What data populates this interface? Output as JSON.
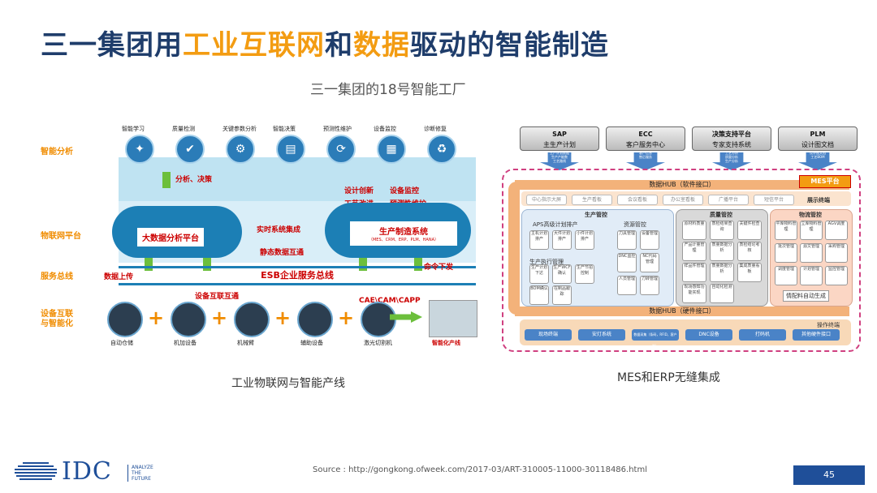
{
  "title": {
    "part1": "三一集团用",
    "part2": "工业互联网",
    "part3": "和",
    "part4": "数据",
    "part5": "驱动的智能制造"
  },
  "subtitle": "三一集团的18号智能工厂",
  "left_diagram": {
    "caption": "工业物联网与智能产线",
    "row_labels": [
      "智能分析",
      "物联网平台",
      "服务总线",
      "设备互联\n与智能化"
    ],
    "top_items": [
      "智能学习",
      "质量检测",
      "关键参数分析",
      "智能决策",
      "预测性维护",
      "设备监控",
      "诊断修复"
    ],
    "top_icons": [
      "✦",
      "✔",
      "⚙",
      "▤",
      "⟳",
      "▦",
      "♻"
    ],
    "cloud_left": "大数据分析平台",
    "cloud_right": "生产制造系统",
    "cloud_right_sub": "（MES、CRM、ERP、PLM、HANA）",
    "analysis": "分析、决策",
    "design_innovation": "设计创新",
    "process_improve": "工艺改进",
    "device_monitor": "设备监控",
    "predictive": "预测性维护",
    "realtime": "实时系统集成",
    "static_data": "静态数据互通",
    "esb": "ESB企业服务总线",
    "data_upload": "数据上传",
    "command_down": "命令下发",
    "device_interconnect": "设备互联互通",
    "cae": "CAE\\CAM\\CAPP",
    "devices": [
      "自动仓储",
      "机加设备",
      "机械臂",
      "辅助设备",
      "激光切割机"
    ],
    "smart_line": "智能化产线"
  },
  "right_diagram": {
    "caption": "MES和ERP无缝集成",
    "systems": [
      {
        "name": "SAP",
        "desc": "主生产计划"
      },
      {
        "name": "ECC",
        "desc": "客户服务中心"
      },
      {
        "name": "决策支持平台",
        "desc": "专家支持系统"
      },
      {
        "name": "PLM",
        "desc": "设计图文档"
      }
    ],
    "hub_software": "数据HUB（软件接口）",
    "hub_hardware": "数据HUB（硬件接口）",
    "mes_badge": "MES平台",
    "display": "展示终端",
    "display_chips": [
      "中心指示大屏",
      "生产看板",
      "会议看板",
      "办公室看板",
      "广播平台",
      "短信平台"
    ],
    "production_control": "生产管控",
    "aps": "APS高级计划排产",
    "exec_mgmt": "生产执行管理",
    "resource_mgmt": "资源管控",
    "quality_mgmt": "质量管控",
    "logistics_mgmt": "物流管控",
    "prod_cells": [
      "主机计划排产",
      "大件计划排产",
      "小件计划排产"
    ],
    "exec_cells": [
      "生产计划下达",
      "生产WCF确认",
      "生产节拍控制",
      "BOM确认",
      "在制品跟踪"
    ],
    "res_cells": [
      "刀具管理",
      "设备管理",
      "DNC监控",
      "NC代码管理",
      "人员管理",
      "刀转管理"
    ],
    "quality_cells": [
      "原材料质量",
      "质检结果查询",
      "关键件检查",
      "产品计量管理",
      "质量数据分析",
      "质检结论考核",
      "样品件管理",
      "质量数据分析",
      "集成质量看板",
      "现场感知功能实现",
      "自动化检测"
    ],
    "logistics_cells": [
      "平库物料管理",
      "立库物料管理",
      "AGV调度",
      "批次管理",
      "源文管理",
      "采购管理",
      "调度管理",
      "计划管理",
      "监控管理"
    ],
    "logistics_extra": "情配料自动生成",
    "ops_terminal": "操作终端",
    "bottom_chips": [
      "现场终端",
      "安灯系统",
      "数据采集（条码，RFID，客户端）",
      "DNC设备",
      "打码机",
      "其他硬件接口"
    ],
    "arrow_notes": [
      "生产计划数据\n生产产能数\n工艺路线",
      "客户信息\n售后服务",
      "工艺分析\n质量分析\n生产分析",
      "设计图文档\n工艺BOM"
    ]
  },
  "footer": {
    "logo": "IDC",
    "tagline": [
      "ANALYZE",
      "THE",
      "FUTURE"
    ],
    "source": "Source :  http://gongkong.ofweek.com/2017-03/ART-310005-11000-30118486.html",
    "page": "45"
  },
  "colors": {
    "title_dark": "#1f3d6b",
    "title_accent": "#f39c12",
    "cloud_blue": "#1c7fb5",
    "arrow_green": "#6cbf3c",
    "mes_frame": "#d04080",
    "idc_blue": "#1f4f99"
  }
}
